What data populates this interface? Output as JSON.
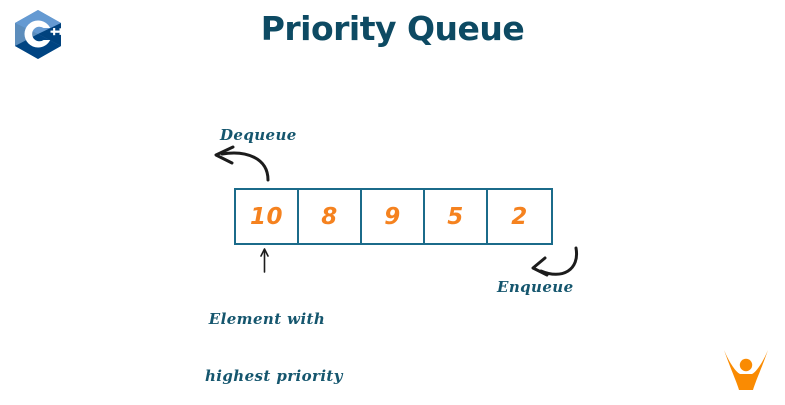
{
  "page": {
    "title": "Priority Queue",
    "background_color": "#ffffff"
  },
  "colors": {
    "title_teal": "#0d4a63",
    "border_teal": "#1b6b8a",
    "label_teal": "#15566e",
    "value_orange": "#F5821F",
    "arrow_ink": "#1c1c1c",
    "logo_blue_light": "#659AD2",
    "logo_blue_mid": "#5C8DBC",
    "logo_blue_dark": "#004482",
    "logo_blue_deep": "#00427E"
  },
  "logo": {
    "name": "cpp-logo",
    "text": "C++"
  },
  "queue": {
    "name": "priority-queue-diagram",
    "cells": [
      {
        "value": "10"
      },
      {
        "value": "8"
      },
      {
        "value": "9"
      },
      {
        "value": "5"
      },
      {
        "value": "2"
      }
    ]
  },
  "annotations": {
    "dequeue": {
      "label": "Dequeue",
      "arrow": "curved-arrow-left"
    },
    "enqueue": {
      "label": "Enqueue",
      "arrow": "curved-arrow-up-left"
    },
    "highest_priority": {
      "line1": "Element with",
      "line2": "highest priority",
      "arrow": "straight-arrow-up"
    }
  },
  "brand": {
    "name": "favtutor-mark",
    "color": "#FA8B02"
  }
}
